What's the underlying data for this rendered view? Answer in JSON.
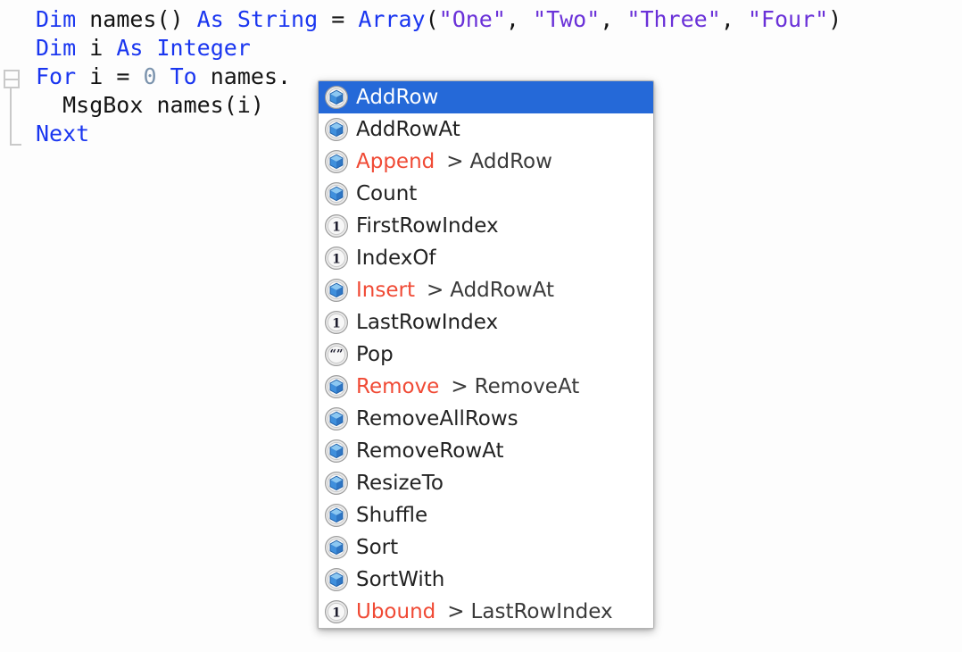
{
  "editor": {
    "background_color": "#fdfdfd",
    "keyword_color": "#1a36f0",
    "string_color": "#6a31d8",
    "number_color": "#7b93ad",
    "text_color": "#141414",
    "fold_widget": {
      "state": "expanded",
      "glyph": "minus-box"
    },
    "lines": [
      {
        "n": 1,
        "tokens": [
          {
            "t": "Dim",
            "c": "kw"
          },
          {
            "t": " ",
            "c": "id"
          },
          {
            "t": "names()",
            "c": "id"
          },
          {
            "t": " ",
            "c": "id"
          },
          {
            "t": "As",
            "c": "kw"
          },
          {
            "t": " ",
            "c": "id"
          },
          {
            "t": "String",
            "c": "kw"
          },
          {
            "t": " ",
            "c": "id"
          },
          {
            "t": "=",
            "c": "punc"
          },
          {
            "t": " ",
            "c": "id"
          },
          {
            "t": "Array",
            "c": "kw"
          },
          {
            "t": "(",
            "c": "punc"
          },
          {
            "t": "\"One\"",
            "c": "str"
          },
          {
            "t": ", ",
            "c": "punc"
          },
          {
            "t": "\"Two\"",
            "c": "str"
          },
          {
            "t": ", ",
            "c": "punc"
          },
          {
            "t": "\"Three\"",
            "c": "str"
          },
          {
            "t": ", ",
            "c": "punc"
          },
          {
            "t": "\"Four\"",
            "c": "str"
          },
          {
            "t": ")",
            "c": "punc"
          }
        ]
      },
      {
        "n": 2,
        "tokens": [
          {
            "t": "Dim",
            "c": "kw"
          },
          {
            "t": " i ",
            "c": "id"
          },
          {
            "t": "As",
            "c": "kw"
          },
          {
            "t": " ",
            "c": "id"
          },
          {
            "t": "Integer",
            "c": "kw"
          }
        ]
      },
      {
        "n": 3,
        "tokens": [
          {
            "t": "For",
            "c": "kw"
          },
          {
            "t": " i ",
            "c": "id"
          },
          {
            "t": "=",
            "c": "punc"
          },
          {
            "t": " ",
            "c": "id"
          },
          {
            "t": "0",
            "c": "num"
          },
          {
            "t": " ",
            "c": "id"
          },
          {
            "t": "To",
            "c": "kw"
          },
          {
            "t": " ",
            "c": "id"
          },
          {
            "t": "names.",
            "c": "id"
          }
        ]
      },
      {
        "n": 4,
        "tokens": [
          {
            "t": "  MsgBox names(i)",
            "c": "id"
          }
        ]
      },
      {
        "n": 5,
        "tokens": [
          {
            "t": "Next",
            "c": "kw"
          }
        ]
      }
    ]
  },
  "autocomplete": {
    "visible": true,
    "selected_index": 0,
    "selection_color": "#2569d8",
    "deprecated_color": "#f04a35",
    "items": [
      {
        "label": "AddRow",
        "icon": "cube-icon",
        "deprecated": false,
        "replacement": ""
      },
      {
        "label": "AddRowAt",
        "icon": "cube-icon",
        "deprecated": false,
        "replacement": ""
      },
      {
        "label": "Append",
        "icon": "cube-icon",
        "deprecated": true,
        "replacement": "AddRow"
      },
      {
        "label": "Count",
        "icon": "cube-icon",
        "deprecated": false,
        "replacement": ""
      },
      {
        "label": "FirstRowIndex",
        "icon": "integer-icon",
        "deprecated": false,
        "replacement": ""
      },
      {
        "label": "IndexOf",
        "icon": "integer-icon",
        "deprecated": false,
        "replacement": ""
      },
      {
        "label": "Insert",
        "icon": "cube-icon",
        "deprecated": true,
        "replacement": "AddRowAt"
      },
      {
        "label": "LastRowIndex",
        "icon": "integer-icon",
        "deprecated": false,
        "replacement": ""
      },
      {
        "label": "Pop",
        "icon": "string-icon",
        "deprecated": false,
        "replacement": ""
      },
      {
        "label": "Remove",
        "icon": "cube-icon",
        "deprecated": true,
        "replacement": "RemoveAt"
      },
      {
        "label": "RemoveAllRows",
        "icon": "cube-icon",
        "deprecated": false,
        "replacement": ""
      },
      {
        "label": "RemoveRowAt",
        "icon": "cube-icon",
        "deprecated": false,
        "replacement": ""
      },
      {
        "label": "ResizeTo",
        "icon": "cube-icon",
        "deprecated": false,
        "replacement": ""
      },
      {
        "label": "Shuffle",
        "icon": "cube-icon",
        "deprecated": false,
        "replacement": ""
      },
      {
        "label": "Sort",
        "icon": "cube-icon",
        "deprecated": false,
        "replacement": ""
      },
      {
        "label": "SortWith",
        "icon": "cube-icon",
        "deprecated": false,
        "replacement": ""
      },
      {
        "label": "Ubound",
        "icon": "integer-icon",
        "deprecated": true,
        "replacement": "LastRowIndex"
      }
    ],
    "replacement_separator": ">"
  }
}
